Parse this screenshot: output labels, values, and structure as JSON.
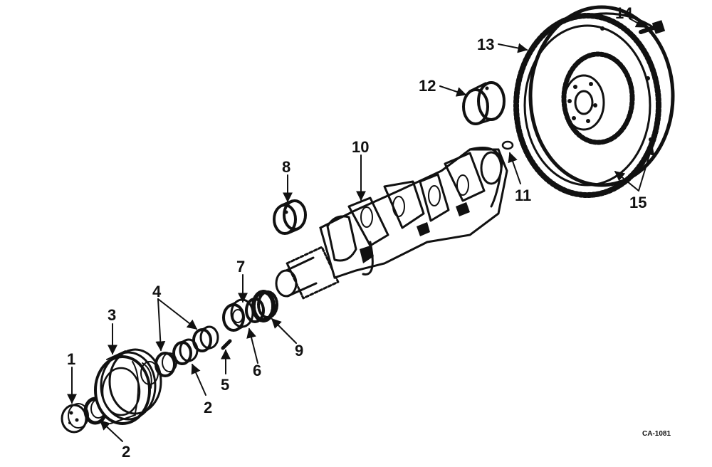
{
  "callouts": {
    "c1": "1",
    "c2a": "2",
    "c2b": "2",
    "c3": "3",
    "c4": "4",
    "c5": "5",
    "c6": "6",
    "c7": "7",
    "c8": "8",
    "c9": "9",
    "c10": "10",
    "c11": "11",
    "c12": "12",
    "c13": "13",
    "c14": "14",
    "c15": "15"
  },
  "drawing_code": "CA-1081",
  "ink_color": "#111111",
  "background_color": "#ffffff"
}
